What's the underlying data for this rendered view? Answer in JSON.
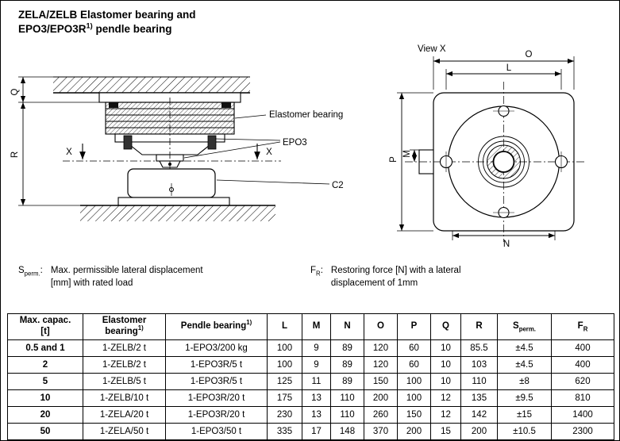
{
  "page": {
    "title_line1": "ZELA/ZELB Elastomer bearing and",
    "title_line2_base": "EPO3/EPO3R",
    "title_line2_sup": "1)",
    "title_line2_rest": " pendle bearing"
  },
  "left_drawing": {
    "labels": {
      "elastomer": "Elastomer bearing",
      "epo3": "EPO3",
      "c2": "C2"
    },
    "dims": {
      "q": "Q",
      "r": "R",
      "x": "X"
    }
  },
  "right_drawing": {
    "title": "View X",
    "dims": {
      "o": "O",
      "l": "L",
      "p": "P",
      "m": "M",
      "n": "N"
    }
  },
  "legend": {
    "sperm_symbol_base": "S",
    "sperm_symbol_sub": "perm.",
    "sperm_colon": ":",
    "sperm_line1": "Max. permissible lateral displacement",
    "sperm_line2": "[mm] with rated load",
    "fr_symbol_base": "F",
    "fr_symbol_sub": "R",
    "fr_colon": ":",
    "fr_line1": "Restoring force [N] with a lateral",
    "fr_line2": "displacement of 1mm"
  },
  "table": {
    "footnote_marker": "1)",
    "headers": {
      "capacity_line1": "Max. capac.",
      "capacity_line2": "[t]",
      "elastomer_line1": "Elastomer",
      "elastomer_line2": "bearing",
      "pendle": "Pendle bearing",
      "l": "L",
      "m": "M",
      "n": "N",
      "o": "O",
      "p": "P",
      "q": "Q",
      "r": "R",
      "sperm_base": "S",
      "sperm_sub": "perm.",
      "fr_base": "F",
      "fr_sub": "R"
    },
    "rows": [
      [
        "0.5 and 1",
        "1-ZELB/2 t",
        "1-EPO3/200 kg",
        "100",
        "9",
        "89",
        "120",
        "60",
        "10",
        "85.5",
        "±4.5",
        "400"
      ],
      [
        "2",
        "1-ZELB/2 t",
        "1-EPO3R/5 t",
        "100",
        "9",
        "89",
        "120",
        "60",
        "10",
        "103",
        "±4.5",
        "400"
      ],
      [
        "5",
        "1-ZELB/5 t",
        "1-EPO3R/5 t",
        "125",
        "11",
        "89",
        "150",
        "100",
        "10",
        "110",
        "±8",
        "620"
      ],
      [
        "10",
        "1-ZELB/10 t",
        "1-EPO3R/20 t",
        "175",
        "13",
        "110",
        "200",
        "100",
        "12",
        "135",
        "±9.5",
        "810"
      ],
      [
        "20",
        "1-ZELA/20 t",
        "1-EPO3R/20 t",
        "230",
        "13",
        "110",
        "260",
        "150",
        "12",
        "142",
        "±15",
        "1400"
      ],
      [
        "50",
        "1-ZELA/50 t",
        "1-EPO3/50 t",
        "335",
        "17",
        "148",
        "370",
        "200",
        "15",
        "200",
        "±10.5",
        "2300"
      ]
    ]
  }
}
